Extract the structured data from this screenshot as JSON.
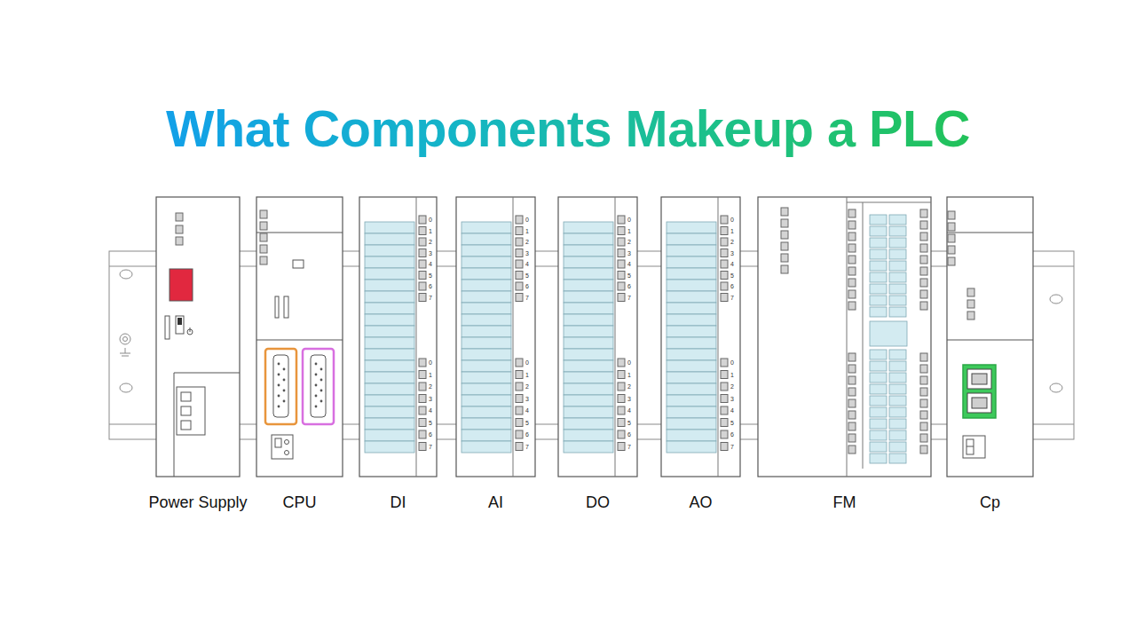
{
  "diagram": {
    "title": "What Components Makeup a PLC",
    "nodes": [
      {
        "text": [
          "Power Supply"
        ]
      },
      {
        "text": [
          "CPU"
        ]
      },
      {
        "text": [
          "DI"
        ]
      },
      {
        "text": [
          "AI"
        ]
      },
      {
        "text": [
          "DO"
        ]
      },
      {
        "text": [
          "AO"
        ]
      },
      {
        "text": [
          "FM"
        ]
      },
      {
        "text": [
          "Cp"
        ]
      }
    ],
    "labels": [
      "0",
      "1",
      "2",
      "3",
      "4",
      "5",
      "6",
      "7",
      "0",
      "1",
      "2",
      "3",
      "4",
      "5",
      "6",
      "7",
      "0",
      "1",
      "2",
      "3",
      "4",
      "5",
      "6",
      "7",
      "0",
      "1",
      "2",
      "3",
      "4",
      "5",
      "6",
      "7",
      "0",
      "1",
      "2",
      "3",
      "4",
      "5",
      "6",
      "7",
      "0",
      "1",
      "2",
      "3",
      "4",
      "5",
      "6",
      "7",
      "0",
      "1",
      "2",
      "3",
      "4",
      "5",
      "6",
      "7",
      "0",
      "1",
      "2",
      "3",
      "4",
      "5",
      "6",
      "7"
    ]
  }
}
